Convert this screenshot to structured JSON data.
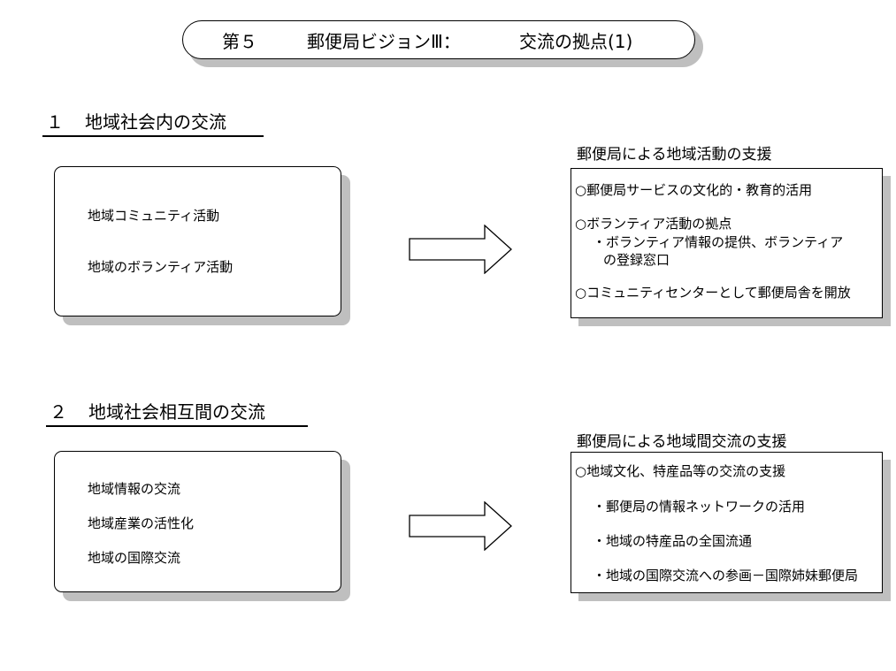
{
  "title": {
    "number": "第５",
    "main": "郵便局ビジョンⅢ：",
    "sub": "交流の拠点(1)"
  },
  "section1": {
    "number": "１",
    "heading": "地域社会内の交流",
    "left_items": [
      "地域コミュニティ活動",
      "地域のボランティア活動"
    ],
    "right_caption": "郵便局による地域活動の支援",
    "right_items": [
      "○郵便局サービスの文化的・教育的活用",
      "○ボランティア活動の拠点",
      "・ボランティア情報の提供、ボランティア",
      "の登録窓口",
      "○コミュニティセンターとして郵便局舎を開放"
    ]
  },
  "section2": {
    "number": "２",
    "heading": "地域社会相互間の交流",
    "left_items": [
      "地域情報の交流",
      "地域産業の活性化",
      "地域の国際交流"
    ],
    "right_caption": "郵便局による地域間交流の支援",
    "right_items": [
      "○地域文化、特産品等の交流の支援",
      "・郵便局の情報ネットワークの活用",
      "・地域の特産品の全国流通",
      "・地域の国際交流への参画－国際姉妹郵便局"
    ]
  }
}
